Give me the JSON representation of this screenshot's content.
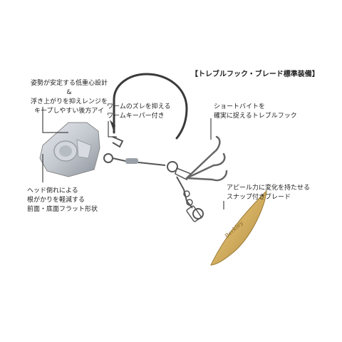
{
  "header": {
    "title": "【トレブルフック・ブレード標準装備】"
  },
  "callouts": {
    "head_line1": "姿勢が安定する低重心設計",
    "head_line2": "&",
    "head_line3": "浮き上がりを抑えレンジを",
    "head_line4": "キープしやすい後方アイ",
    "keeper_line1": "ワームのズレを抑える",
    "keeper_line2": "ワームキーパー付き",
    "treble_line1": "ショートバイトを",
    "treble_line2": "確実に捉えるトレブルフック",
    "flat_line1": "ヘッド倒れによる",
    "flat_line2": "根がかりを軽減する",
    "flat_line3": "前面・底面フラット形状",
    "blade_line1": "アピール力に変化を持たせる",
    "blade_line2": "スナップ付きブレード"
  },
  "blade": {
    "logo_text": "Berkley"
  },
  "colors": {
    "text": "#222222",
    "hook": "#3a3a3a",
    "blade": "#d4b06a",
    "head": "#c8ccd2"
  }
}
